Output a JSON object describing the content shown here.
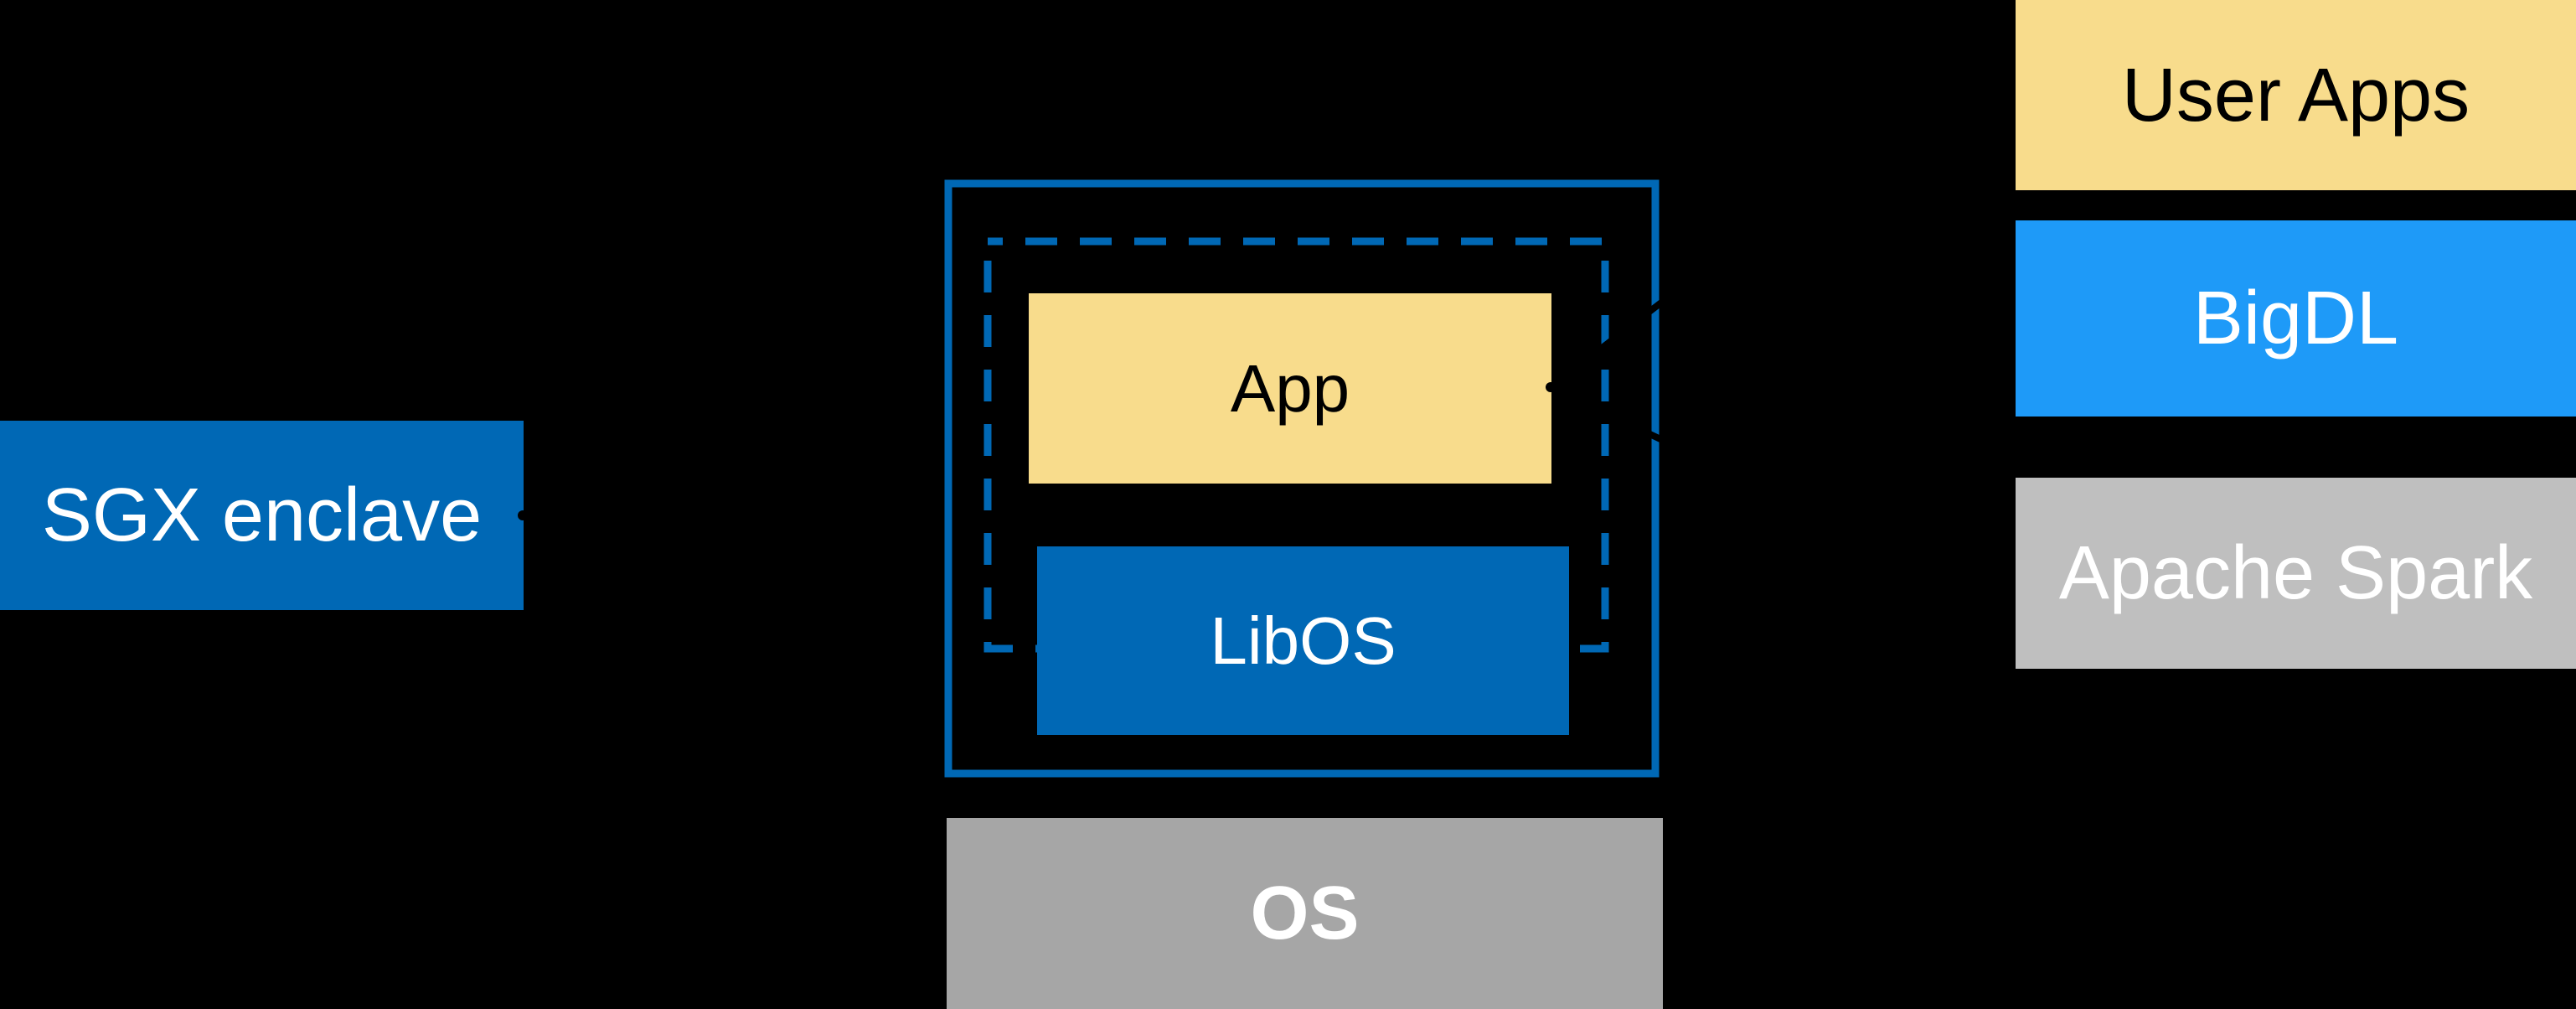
{
  "diagram": {
    "sgx_box": {
      "label": "SGX enclave"
    },
    "enclave_group": {
      "app_box": {
        "label": "App"
      },
      "libos_box": {
        "label": "LibOS"
      }
    },
    "os_box": {
      "label": "OS"
    },
    "right_stack": [
      {
        "label": "User Apps"
      },
      {
        "label": "BigDL"
      },
      {
        "label": "Apache Spark"
      }
    ]
  },
  "colors": {
    "background": "#000000",
    "intel_blue": "#0068B5",
    "bright_blue": "#1E9AF8",
    "yellow": "#F8DC8C",
    "spark_gray": "#BFBFBF",
    "os_gray": "#A6A6A6",
    "connector_black": "#000000",
    "text_white": "#FFFFFF",
    "text_black": "#000000"
  }
}
